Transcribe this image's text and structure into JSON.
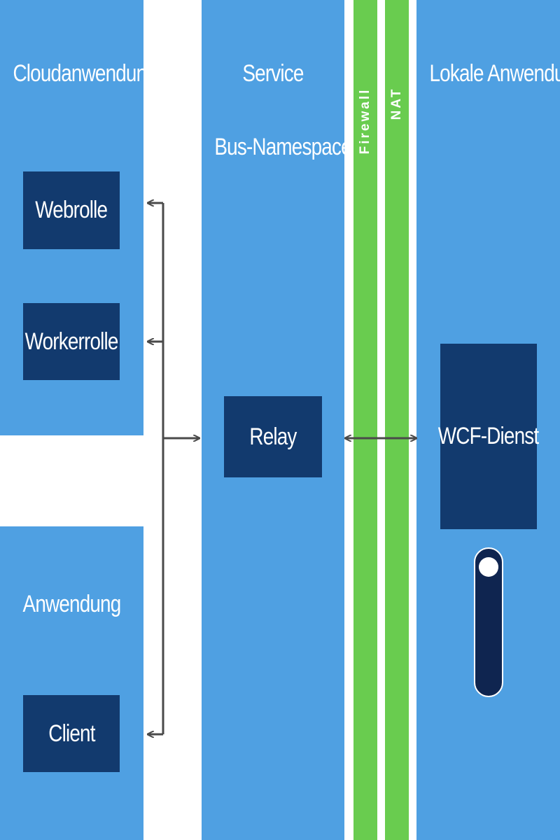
{
  "colors": {
    "panel": "#4fa0e2",
    "box": "#123a6e",
    "band": "#69cc4f",
    "arrow": "#4a4a4a",
    "text": "#ffffff",
    "database": "#0f2550"
  },
  "cloud": {
    "title": "Cloudanwendung",
    "webrole": "Webrolle",
    "workerrole": "Workerrolle"
  },
  "app": {
    "title": "Anwendung",
    "client": "Client"
  },
  "servicebus": {
    "title_line1": "Service",
    "title_line2": "Bus-Namespace",
    "relay": "Relay"
  },
  "bands": {
    "firewall": "Firewall",
    "nat": "NAT"
  },
  "local": {
    "title": "Lokale Anwendung",
    "wcf": "WCF-Dienst",
    "database_icon": "database-icon"
  }
}
